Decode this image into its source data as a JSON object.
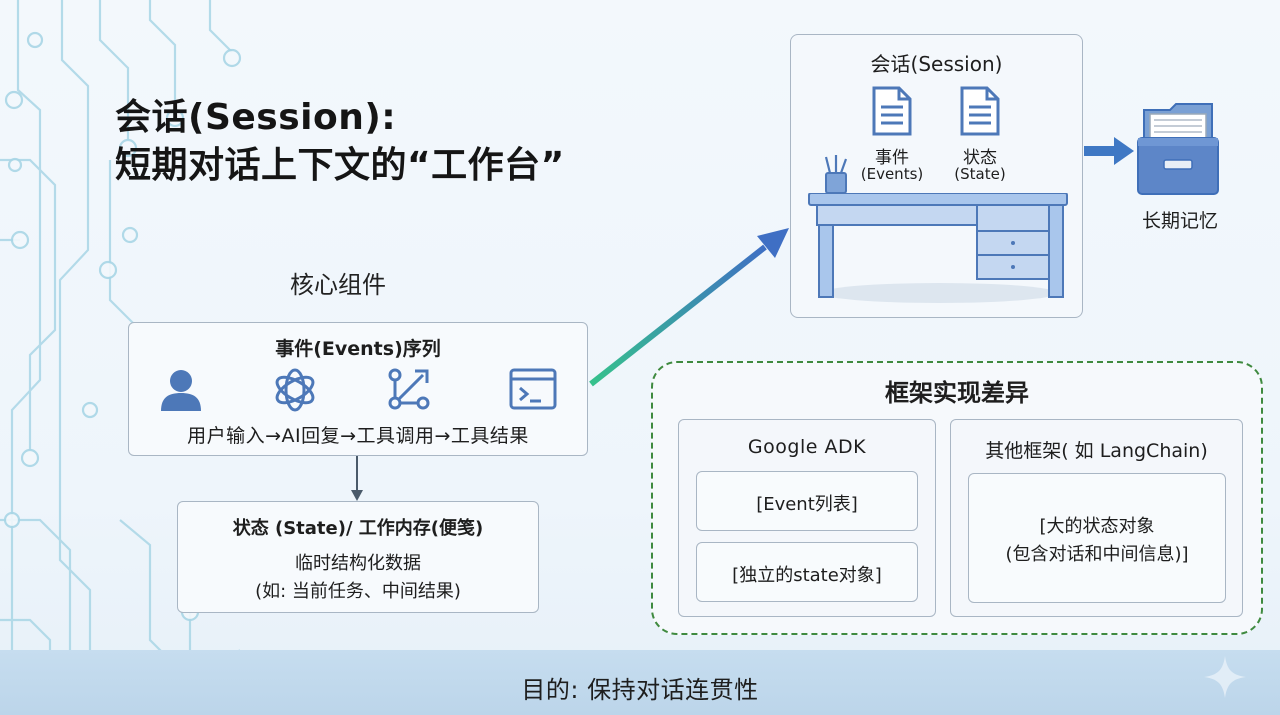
{
  "title": {
    "line1": "会话(Session):",
    "line2": "短期对话上下文的“工作台”"
  },
  "core_components_label": "核心组件",
  "events_box": {
    "heading": "事件(Events)序列",
    "flow": "用户输入→AI回复→工具调用→工具结果",
    "icons": [
      "user-icon",
      "ai-logo-icon",
      "tool-graph-icon",
      "terminal-icon"
    ]
  },
  "state_box": {
    "heading": "状态 (State)/  工作内存(便笺)",
    "line1": "临时结构化数据",
    "line2": "(如: 当前任务、中间结果)"
  },
  "session_card": {
    "title": "会话(Session)",
    "events_label": "事件",
    "events_en": "(Events)",
    "state_label": "状态",
    "state_en": "(State)"
  },
  "long_term_memory": "长期记忆",
  "framework_panel": {
    "title": "框架实现差异",
    "adk": {
      "heading": "Google  ADK",
      "item1": "[Event列表]",
      "item2": "[独立的state对象]"
    },
    "other": {
      "heading": "其他框架( 如 LangChain)",
      "line1": "[大的状态对象",
      "line2": "(包含对话和中间信息)]"
    }
  },
  "footer": "目的: 保持对话连贯性",
  "colors": {
    "accent_blue": "#3f78c4",
    "arrow_green": "#36c28c",
    "panel_dashed": "#3f8a3f",
    "footer_band": "#c3dbee",
    "desk_blue": "#a9c6ec",
    "icon_blue": "#4d78b8"
  }
}
